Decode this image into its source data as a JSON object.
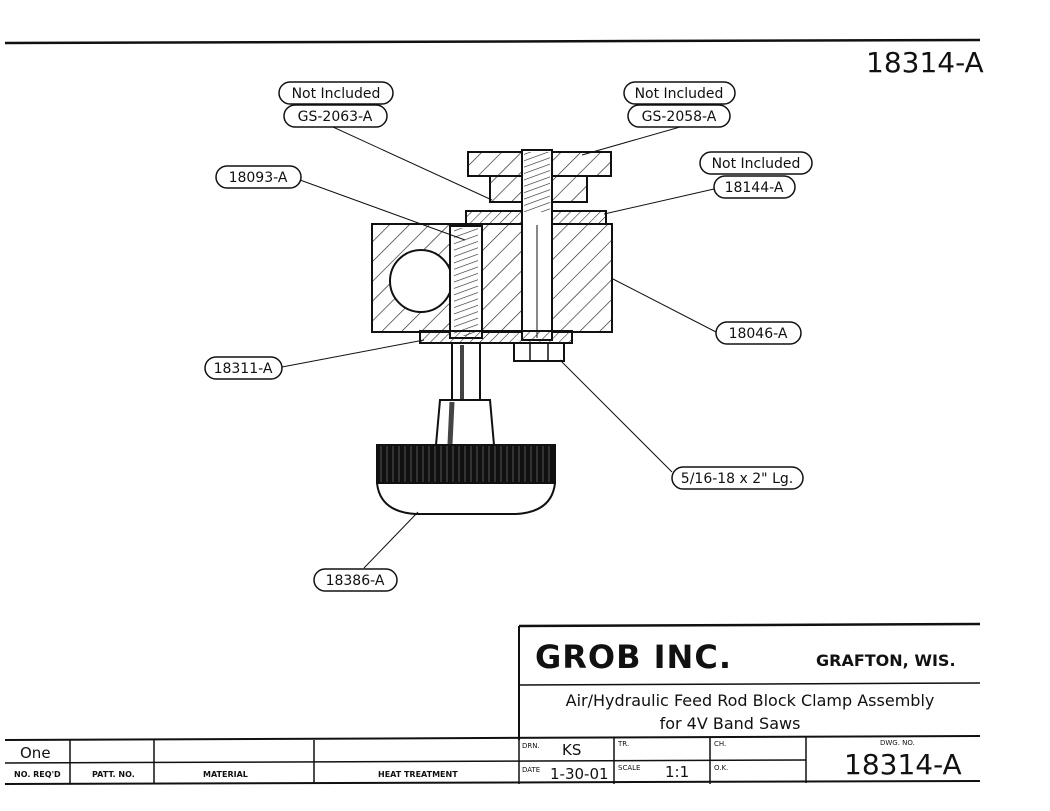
{
  "drawing_number_top": "18314-A",
  "callouts": {
    "not_included_1": "Not Included",
    "gs_2063": "GS-2063-A",
    "not_included_2": "Not Included",
    "gs_2058": "GS-2058-A",
    "not_included_3": "Not Included",
    "part_18144": "18144-A",
    "part_18093": "18093-A",
    "part_18046": "18046-A",
    "part_18311": "18311-A",
    "bolt": "5/16-18 x 2\" Lg.",
    "part_18386": "18386-A"
  },
  "title_block": {
    "company": "GROB INC.",
    "location": "GRAFTON, WIS.",
    "title_line1": "Air/Hydraulic Feed Rod Block Clamp Assembly",
    "title_line2": "for 4V Band Saws",
    "drn_label": "DRN.",
    "drn_value": "KS",
    "tr_label": "TR.",
    "ch_label": "CH.",
    "date_label": "DATE",
    "date_value": "1-30-01",
    "scale_label": "SCALE",
    "scale_value": "1:1",
    "ok_label": "O.K.",
    "dwg_no_label": "DWG. NO.",
    "dwg_no_value": "18314-A"
  },
  "parts_list": {
    "qty_value": "One",
    "col_no_reqd": "NO. REQ'D",
    "col_patt_no": "PATT. NO.",
    "col_material": "MATERIAL",
    "col_heat_treatment": "HEAT TREATMENT"
  }
}
